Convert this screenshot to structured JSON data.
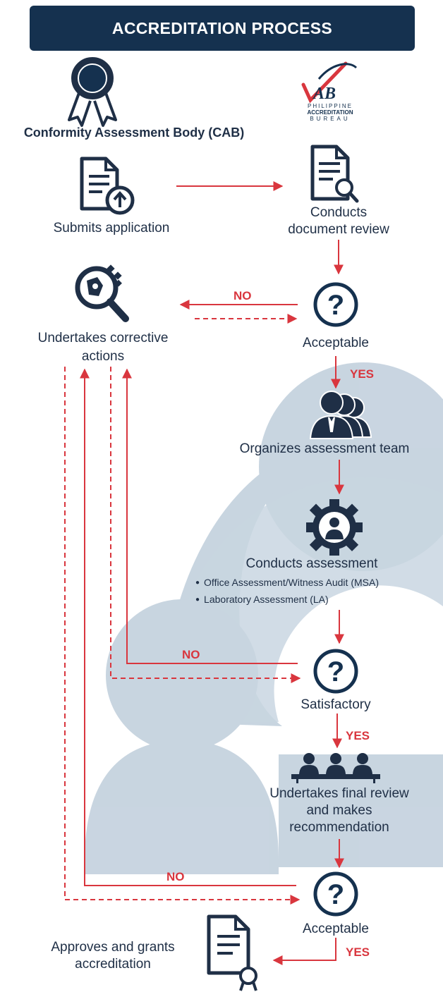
{
  "title": "ACCREDITATION PROCESS",
  "cab_label": "Conformity Assessment Body (CAB)",
  "pab": {
    "logo_letters": "AB",
    "line1": "PHILIPPINE",
    "line2": "ACCREDITATION",
    "line3": "BUREAU"
  },
  "steps": {
    "submit": "Submits application",
    "doc_review_1": "Conducts",
    "doc_review_2": "document review",
    "corrective_1": "Undertakes corrective",
    "corrective_2": "actions",
    "acceptable_1": "Acceptable",
    "organize": "Organizes assessment team",
    "assessment": "Conducts assessment",
    "assessment_bullets": [
      "Office Assessment/Witness Audit (MSA)",
      "Laboratory Assessment (LA)"
    ],
    "satisfactory": "Satisfactory",
    "final_1": "Undertakes final review",
    "final_2": "and makes",
    "final_3": "recommendation",
    "acceptable_2": "Acceptable",
    "approve_1": "Approves and grants",
    "approve_2": "accreditation"
  },
  "decisions": {
    "no_1": "NO",
    "yes_1": "YES",
    "no_2": "NO",
    "yes_2": "YES",
    "no_3": "NO",
    "yes_3": "YES"
  },
  "colors": {
    "navy": "#1f2f46",
    "title_bg": "#15314f",
    "red": "#d9363e",
    "watermark": "#c6d3df"
  }
}
